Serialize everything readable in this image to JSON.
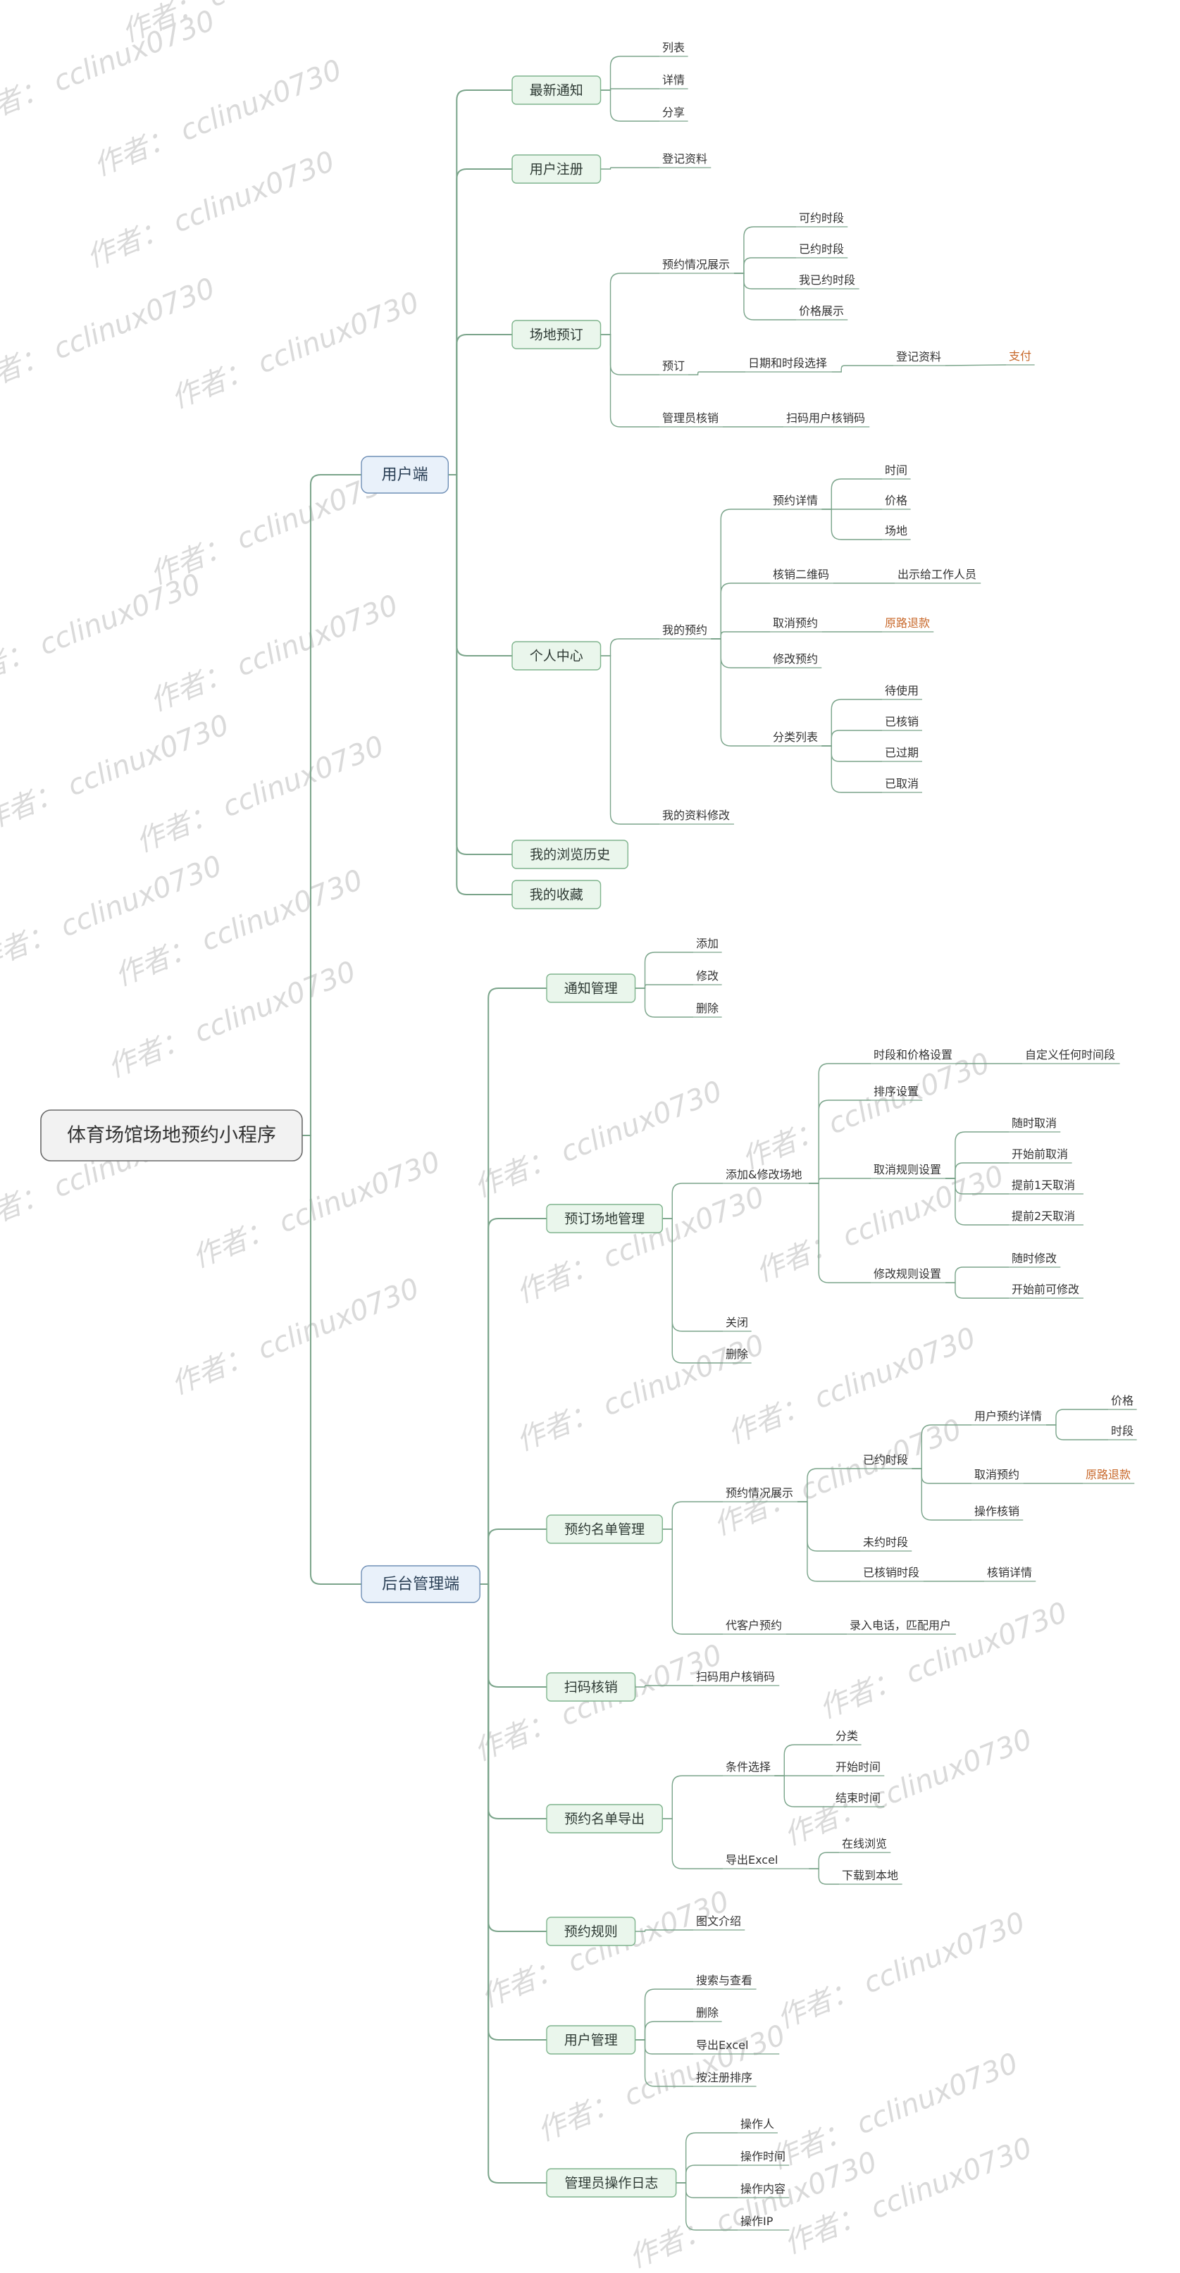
{
  "root": "体育场馆场地预约小程序",
  "watermark": "作者： cclinux0730",
  "colors": {
    "line": "#7aa48a",
    "root_fill": "#f2f2f2",
    "root_stroke": "#6a6a6a",
    "main_fill": "#e9f1fa",
    "main_stroke": "#6f8fb6",
    "cat_fill": "#eaf6ec",
    "cat_stroke": "#7fb48d",
    "highlight_text": "#c8682a"
  },
  "branches": {
    "user": {
      "label": "用户端",
      "latest_notice": {
        "label": "最新通知",
        "list": "列表",
        "detail": "详情",
        "share": "分享"
      },
      "register": {
        "label": "用户注册",
        "info": "登记资料"
      },
      "booking": {
        "label": "场地预订",
        "display": {
          "label": "预约情况展示",
          "available": "可约时段",
          "booked": "已约时段",
          "mine": "我已约时段",
          "price": "价格展示"
        },
        "order": {
          "label": "预订",
          "date_select": "日期和时段选择",
          "info": "登记资料",
          "pay": "支付"
        },
        "verify": {
          "label": "管理员核销",
          "scan": "扫码用户核销码"
        }
      },
      "center": {
        "label": "个人中心",
        "my_booking": {
          "label": "我的预约",
          "detail": {
            "label": "预约详情",
            "time": "时间",
            "price": "价格",
            "venue": "场地"
          },
          "qrcode": {
            "label": "核销二维码",
            "show": "出示给工作人员"
          },
          "cancel": {
            "label": "取消预约",
            "refund": "原路退款"
          },
          "modify": "修改预约",
          "category": {
            "label": "分类列表",
            "pending": "待使用",
            "verified": "已核销",
            "expired": "已过期",
            "cancelled": "已取消"
          }
        },
        "profile_edit": "我的资料修改"
      },
      "history": "我的浏览历史",
      "favorites": "我的收藏"
    },
    "admin": {
      "label": "后台管理端",
      "notice_mgmt": {
        "label": "通知管理",
        "add": "添加",
        "edit": "修改",
        "delete": "删除"
      },
      "venue_mgmt": {
        "label": "预订场地管理",
        "add_edit": {
          "label": "添加&修改场地",
          "time_price": {
            "label": "时段和价格设置",
            "custom": "自定义任何时间段"
          },
          "sort": "排序设置",
          "cancel_rule": {
            "label": "取消规则设置",
            "anytime": "随时取消",
            "before_start": "开始前取消",
            "one_day": "提前1天取消",
            "two_days": "提前2天取消"
          },
          "modify_rule": {
            "label": "修改规则设置",
            "anytime": "随时修改",
            "before_start": "开始前可修改"
          }
        },
        "close": "关闭",
        "delete": "删除"
      },
      "list_mgmt": {
        "label": "预约名单管理",
        "display": {
          "label": "预约情况展示",
          "booked": {
            "label": "已约时段",
            "user_detail": {
              "label": "用户预约详情",
              "price": "价格",
              "slot": "时段"
            },
            "cancel": {
              "label": "取消预约",
              "refund": "原路退款"
            },
            "verify_op": "操作核销"
          },
          "unbooked": "未约时段",
          "verified": {
            "label": "已核销时段",
            "detail": "核销详情"
          }
        },
        "proxy": {
          "label": "代客户预约",
          "input": "录入电话，匹配用户"
        }
      },
      "scan_verify": {
        "label": "扫码核销",
        "scan": "扫码用户核销码"
      },
      "export": {
        "label": "预约名单导出",
        "condition": {
          "label": "条件选择",
          "category": "分类",
          "start": "开始时间",
          "end": "结束时间"
        },
        "excel": {
          "label": "导出Excel",
          "online": "在线浏览",
          "download": "下载到本地"
        }
      },
      "rules": {
        "label": "预约规则",
        "intro": "图文介绍"
      },
      "user_mgmt": {
        "label": "用户管理",
        "search": "搜索与查看",
        "delete": "删除",
        "export": "导出Excel",
        "sort": "按注册排序"
      },
      "log": {
        "label": "管理员操作日志",
        "operator": "操作人",
        "time": "操作时间",
        "content": "操作内容",
        "ip": "操作IP"
      }
    }
  }
}
